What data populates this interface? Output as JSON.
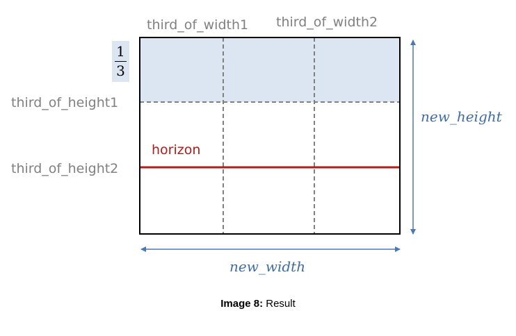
{
  "labels": {
    "third_of_width1": "third_of_width1",
    "third_of_width2": "third_of_width2",
    "third_of_height1": "third_of_height1",
    "third_of_height2": "third_of_height2",
    "horizon": "horizon",
    "new_height": "new_height",
    "new_width": "new_width"
  },
  "fraction": {
    "numerator": "1",
    "denominator": "3"
  },
  "caption": {
    "bold": "Image 8:",
    "text": " Result"
  },
  "colors": {
    "shaded_region": "#dce6f2",
    "horizon_line": "#b01c1c",
    "dashed_lines": "#808080",
    "dimension_arrows": "#4a78b5",
    "label_gray": "#808080",
    "label_blue": "#3f6ca3"
  }
}
